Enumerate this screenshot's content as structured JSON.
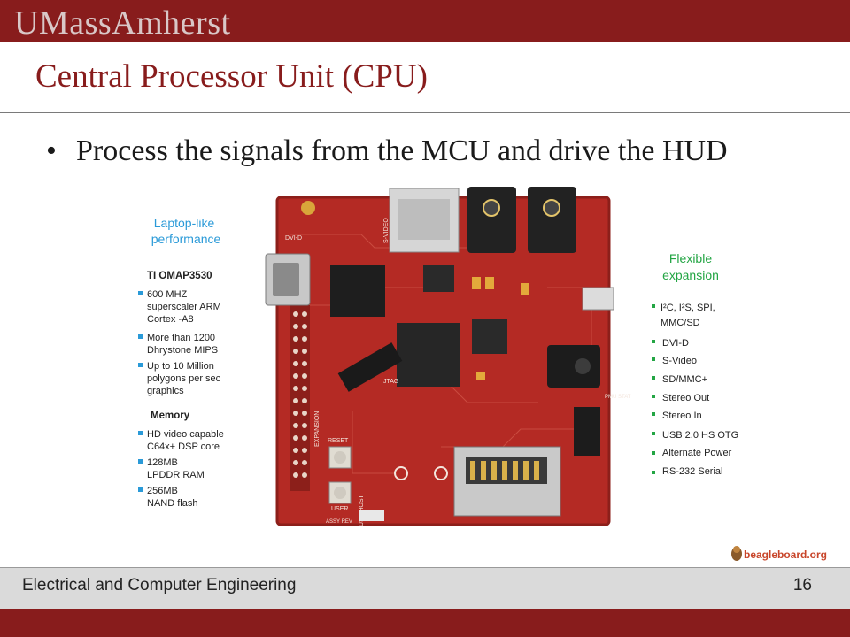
{
  "header": {
    "logo_text": "UMassAmherst"
  },
  "slide": {
    "title": "Central Processor Unit (CPU)",
    "bullet": "Process the signals from the MCU and drive the HUD"
  },
  "figure": {
    "left_heading": [
      "Laptop-like",
      "performance"
    ],
    "cpu_heading": "TI OMAP3530",
    "cpu_items": [
      [
        "600 MHZ",
        "superscaler ARM",
        "Cortex -A8"
      ],
      [
        "More than 1200",
        "Dhrystone MIPS"
      ],
      [
        "Up to 10 Million",
        "polygons per sec",
        "graphics"
      ]
    ],
    "memory_heading": "Memory",
    "memory_items": [
      [
        "HD video capable",
        "C64x+ DSP core"
      ],
      [
        "128MB",
        "LPDDR RAM"
      ],
      [
        "256MB",
        "NAND flash"
      ]
    ],
    "right_heading": [
      "Flexible",
      "expansion"
    ],
    "right_items": [
      [
        "I²C, I²S, SPI,",
        "MMC/SD"
      ],
      [
        "DVI-D"
      ],
      [
        "S-Video"
      ],
      [
        "SD/MMC+"
      ],
      [
        "Stereo Out"
      ],
      [
        "Stereo In"
      ],
      [
        "USB 2.0 HS OTG"
      ],
      [
        "Alternate Power"
      ],
      [
        "RS-232 Serial"
      ]
    ],
    "board_labels": {
      "dvi": "DVI-D",
      "svideo": "S-VIDEO",
      "expansion": "EXPANSION",
      "reset": "RESET",
      "user": "USER",
      "jtag": "JTAG",
      "assy": "ASSY REV",
      "pmu": "PMU STAT",
      "usb_host": "USB HOST"
    },
    "brand": "beagleboard.org",
    "colors": {
      "accent": "#2a9ad8",
      "green": "#23a544",
      "board": "#b42a24"
    }
  },
  "footer": {
    "left": "Electrical and Computer Engineering",
    "page": "16"
  }
}
